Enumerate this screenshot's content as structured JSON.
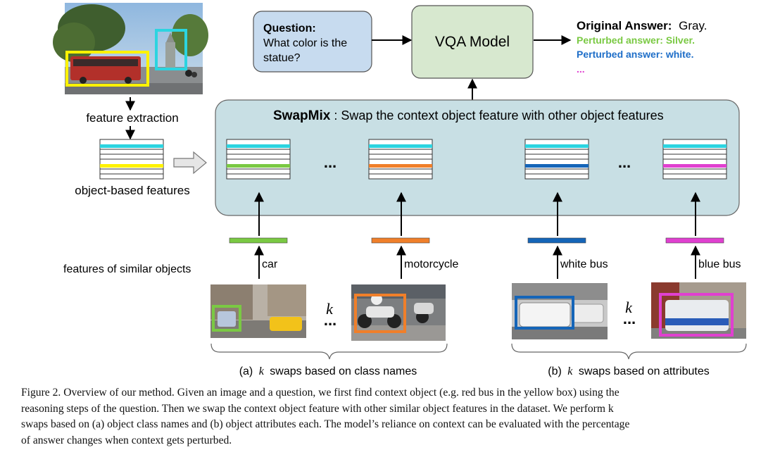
{
  "question": {
    "label": "Question:",
    "line1": "What color is the",
    "line2": "statue?"
  },
  "vqa_model": "VQA Model",
  "answers": {
    "original_label": "Original Answer:",
    "original_value": "Gray.",
    "perturbed_1": "Perturbed answer: Silver.",
    "perturbed_2": "Perturbed answer: white.",
    "more": "...",
    "colors": {
      "perturbed_1": "#7ac943",
      "perturbed_2": "#1e6ec8",
      "more": "#e040d0"
    }
  },
  "labels": {
    "feature_extraction": "feature extraction",
    "object_based_features": "object-based features",
    "features_similar": "features of similar objects"
  },
  "swapmix": {
    "title": "SwapMix",
    "desc": ": Swap the context object feature with other object features",
    "ellipsis": "...",
    "swap_colors": [
      "#7ac943",
      "#f07f2a",
      "#1565b8",
      "#e040d0"
    ],
    "context_color": "#2cd4e0",
    "object_color": "#fff200"
  },
  "swaps": [
    {
      "label": "car",
      "color": "#7ac943"
    },
    {
      "label": "motorcycle",
      "color": "#f07f2a"
    },
    {
      "label": "white bus",
      "color": "#1565b8"
    },
    {
      "label": "blue bus",
      "color": "#e040d0"
    }
  ],
  "k_symbol": "k",
  "group_labels": {
    "a_prefix": "(a)",
    "a_k": "k",
    "a_suffix": "swaps based on class names",
    "b_prefix": "(b)",
    "b_k": "k",
    "b_suffix": "swaps based on attributes"
  },
  "caption": {
    "line1": "Figure 2. Overview of our method. Given an image and a question, we first find context object (e.g. red bus in the yellow box) using the",
    "line2": "reasoning steps of the question. Then we swap the context object feature with other similar object features in the dataset. We perform k",
    "line3": "swaps based on (a) object class names and (b) object attributes each. The model’s reliance on context can be evaluated with the percentage",
    "line4": "of answer changes when context gets perturbed."
  }
}
